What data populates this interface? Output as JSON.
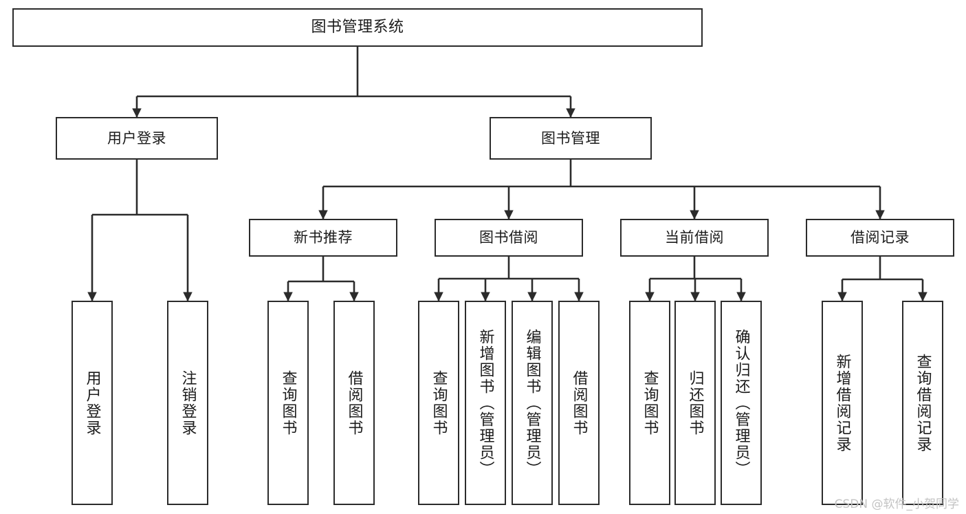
{
  "diagram": {
    "title": "图书管理系统",
    "type": "tree",
    "orientation": "top-down",
    "line_color": "#2b2b2b",
    "box_fill": "#ffffff",
    "text_color": "#1b1b1b",
    "watermark": "CSDN @软件_小贺同学",
    "watermark_color": "#c3c3c3"
  },
  "nodes": {
    "root": {
      "label": "图书管理系统",
      "level": 0
    },
    "l1": [
      {
        "id": "user_login",
        "label": "用户登录",
        "level": 1
      },
      {
        "id": "book_manage",
        "label": "图书管理",
        "level": 1
      }
    ],
    "l2": [
      {
        "id": "new_book_rec",
        "label": "新书推荐",
        "level": 2,
        "parent": "book_manage"
      },
      {
        "id": "book_borrow",
        "label": "图书借阅",
        "level": 2,
        "parent": "book_manage"
      },
      {
        "id": "current_borrow",
        "label": "当前借阅",
        "level": 2,
        "parent": "book_manage"
      },
      {
        "id": "borrow_record",
        "label": "借阅记录",
        "level": 2,
        "parent": "book_manage"
      }
    ],
    "leaves": [
      {
        "id": "leaf_user_login",
        "label": "用户登录",
        "parent": "user_login"
      },
      {
        "id": "leaf_logout",
        "label": "注销登录",
        "parent": "user_login"
      },
      {
        "id": "leaf_query_book_1",
        "label": "查询图书",
        "parent": "new_book_rec"
      },
      {
        "id": "leaf_borrow_book_1",
        "label": "借阅图书",
        "parent": "new_book_rec"
      },
      {
        "id": "leaf_query_book_2",
        "label": "查询图书",
        "parent": "book_borrow"
      },
      {
        "id": "leaf_add_book",
        "label": "新增图书（管理员）",
        "parent": "book_borrow"
      },
      {
        "id": "leaf_edit_book",
        "label": "编辑图书（管理员）",
        "parent": "book_borrow"
      },
      {
        "id": "leaf_borrow_book_2",
        "label": "借阅图书",
        "parent": "book_borrow"
      },
      {
        "id": "leaf_query_book_3",
        "label": "查询图书",
        "parent": "current_borrow"
      },
      {
        "id": "leaf_return_book",
        "label": "归还图书",
        "parent": "current_borrow"
      },
      {
        "id": "leaf_confirm_return",
        "label": "确认归还（管理员）",
        "parent": "current_borrow"
      },
      {
        "id": "leaf_add_record",
        "label": "新增借阅记录",
        "parent": "borrow_record"
      },
      {
        "id": "leaf_query_record",
        "label": "查询借阅记录",
        "parent": "borrow_record"
      }
    ]
  }
}
